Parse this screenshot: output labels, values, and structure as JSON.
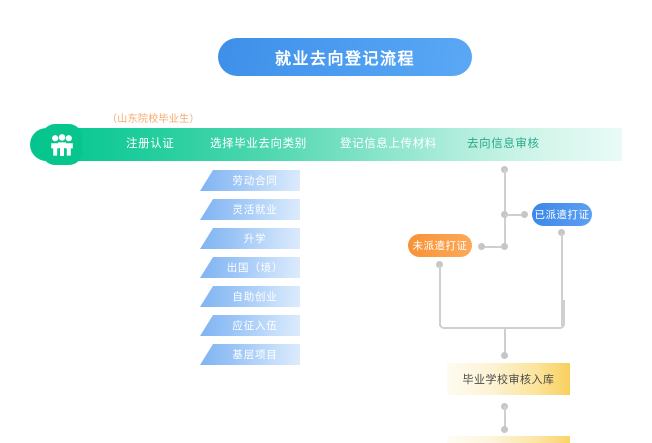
{
  "title": {
    "text": "就业去向登记流程"
  },
  "stepbar": {
    "icon_name": "people-group-icon",
    "sub_caption": "（山东院校毕业生）",
    "steps": [
      {
        "label": "注册认证"
      },
      {
        "label": "选择毕业去向类别"
      },
      {
        "label": "登记信息上传材料"
      },
      {
        "label": "去向信息审核"
      }
    ]
  },
  "categories": [
    {
      "label": "劳动合同"
    },
    {
      "label": "灵活就业"
    },
    {
      "label": "升学"
    },
    {
      "label": "出国（境）"
    },
    {
      "label": "自助创业"
    },
    {
      "label": "应征入伍"
    },
    {
      "label": "基层项目"
    }
  ],
  "status_pills": [
    {
      "label": "未派遣打证",
      "color": "#FB9E48"
    },
    {
      "label": "已派遣打证",
      "color": "#4E95EF"
    }
  ],
  "review_box": {
    "label": "毕业学校审核入库",
    "color": "#F9D05C"
  },
  "colors": {
    "title_pill": "#4A9BF0",
    "bar_start": "#05C48C",
    "bar_end": "#E9FBF6",
    "category": "#9CC5F6",
    "connector": "#CFCFCF",
    "caption": "#F7A86B"
  }
}
